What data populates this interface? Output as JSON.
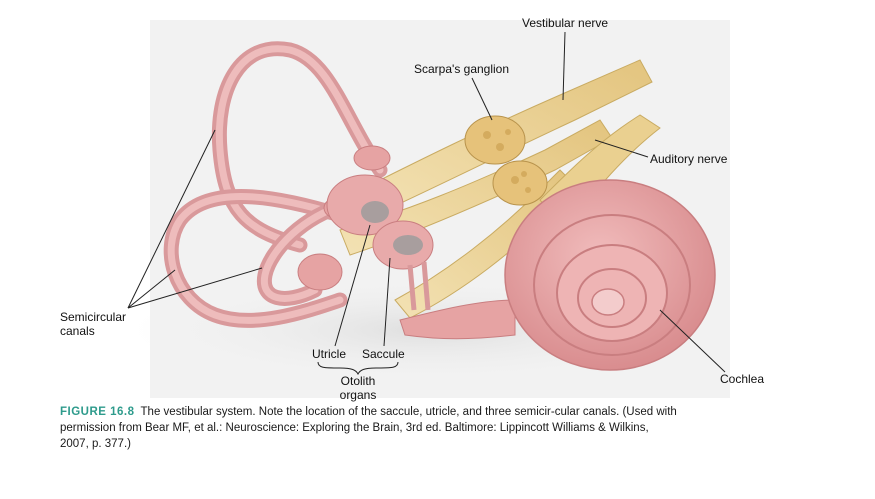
{
  "labels": {
    "vestibular_nerve": "Vestibular nerve",
    "scarpas_ganglion": "Scarpa's ganglion",
    "auditory_nerve": "Auditory nerve",
    "semicircular_canals_line1": "Semicircular",
    "semicircular_canals_line2": "canals",
    "utricle": "Utricle",
    "saccule": "Saccule",
    "otolith_line1": "Otolith",
    "otolith_line2": "organs",
    "cochlea": "Cochlea"
  },
  "caption": {
    "figure_label": "FIGURE 16.8",
    "text": "The vestibular system. Note the location of the saccule, utricle, and three semicir-cular canals. (Used with permission from Bear MF, et al.: Neuroscience: Exploring the Brain, 3rd ed. Baltimore: Lippincott Williams & Wilkins, 2007, p. 377.)"
  },
  "colors": {
    "tissue": "#e6a3a3",
    "tissue_dark": "#c97e80",
    "tissue_light": "#f3cccc",
    "nerve": "#efd9a0",
    "nerve_dark": "#c9ab62",
    "otolith": "#9c9c9c",
    "accent": "#2e9b8c"
  }
}
